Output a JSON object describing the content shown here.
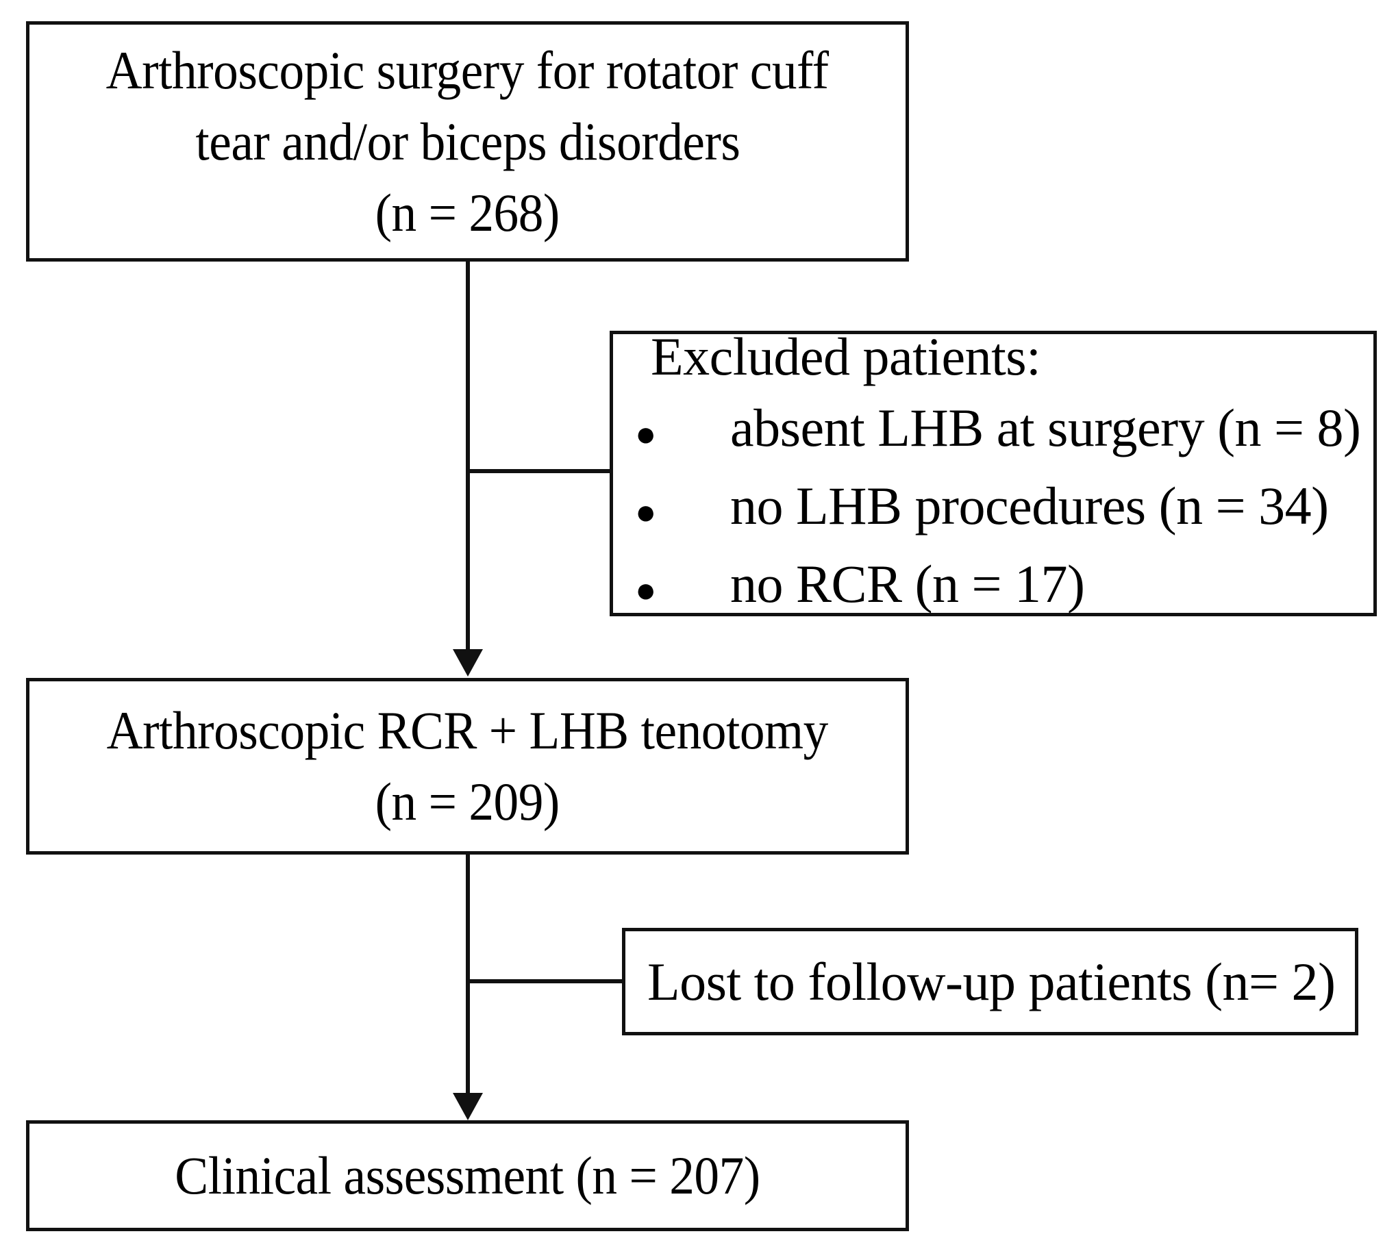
{
  "figure": {
    "type": "patient-flow-diagram",
    "nodes": {
      "enrollment": {
        "lines": [
          "Arthroscopic surgery for rotator cuff",
          "tear and/or biceps disorders",
          "(n = 268)"
        ]
      },
      "excluded": {
        "title": "Excluded patients:",
        "bullet_glyph": "●",
        "items": [
          "absent LHB at surgery (n = 8)",
          "no LHB procedures (n = 34)",
          "no RCR (n = 17)"
        ]
      },
      "included": {
        "lines": [
          "Arthroscopic RCR + LHB tenotomy",
          "(n = 209)"
        ]
      },
      "lost": {
        "text": "Lost to follow-up patients (n= 2)"
      },
      "assessed": {
        "text": "Clinical assessment (n = 207)"
      }
    },
    "colors": {
      "stroke": "#111111",
      "background": "#ffffff",
      "text": "#000000"
    }
  }
}
